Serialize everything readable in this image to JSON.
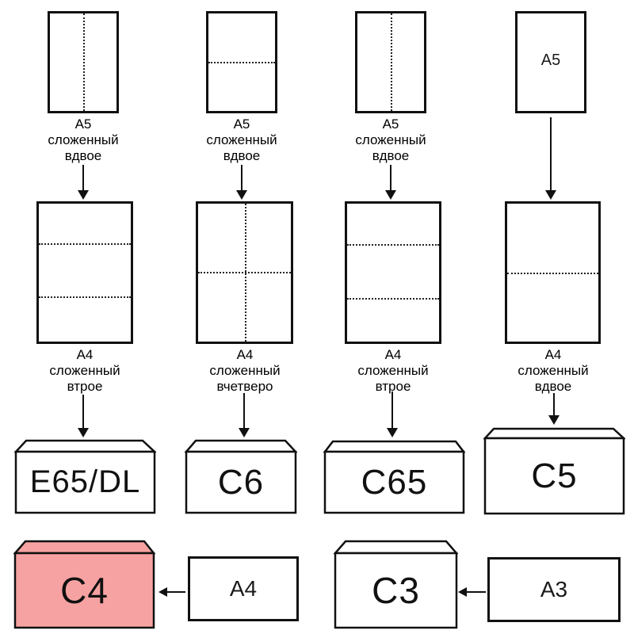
{
  "row1": {
    "inner_label": "А5",
    "captions": [
      {
        "line1": "А5",
        "line2": "сложенный",
        "line3": "вдвое"
      },
      {
        "line1": "А5",
        "line2": "сложенный",
        "line3": "вдвое"
      },
      {
        "line1": "А5",
        "line2": "сложенный",
        "line3": "вдвое"
      }
    ]
  },
  "row2": {
    "captions": [
      {
        "line1": "А4",
        "line2": "сложенный",
        "line3": "втрое"
      },
      {
        "line1": "А4",
        "line2": "сложенный",
        "line3": "вчетверо"
      },
      {
        "line1": "А4",
        "line2": "сложенный",
        "line3": "втрое"
      },
      {
        "line1": "А4",
        "line2": "сложенный",
        "line3": "вдвое"
      }
    ]
  },
  "envelopes": {
    "e65": {
      "label": "E65/DL",
      "fill": "#ffffff"
    },
    "c6": {
      "label": "C6",
      "fill": "#ffffff"
    },
    "c65": {
      "label": "C65",
      "fill": "#ffffff"
    },
    "c5": {
      "label": "C5",
      "fill": "#ffffff"
    },
    "c4": {
      "label": "C4",
      "fill": "#f7a2a2"
    },
    "c3": {
      "label": "C3",
      "fill": "#ffffff"
    }
  },
  "source_sheets": {
    "a4": "A4",
    "a3": "A3"
  },
  "colors": {
    "stroke": "#111111",
    "fold_line": "#222222",
    "c4_fill": "#f7a2a2"
  }
}
